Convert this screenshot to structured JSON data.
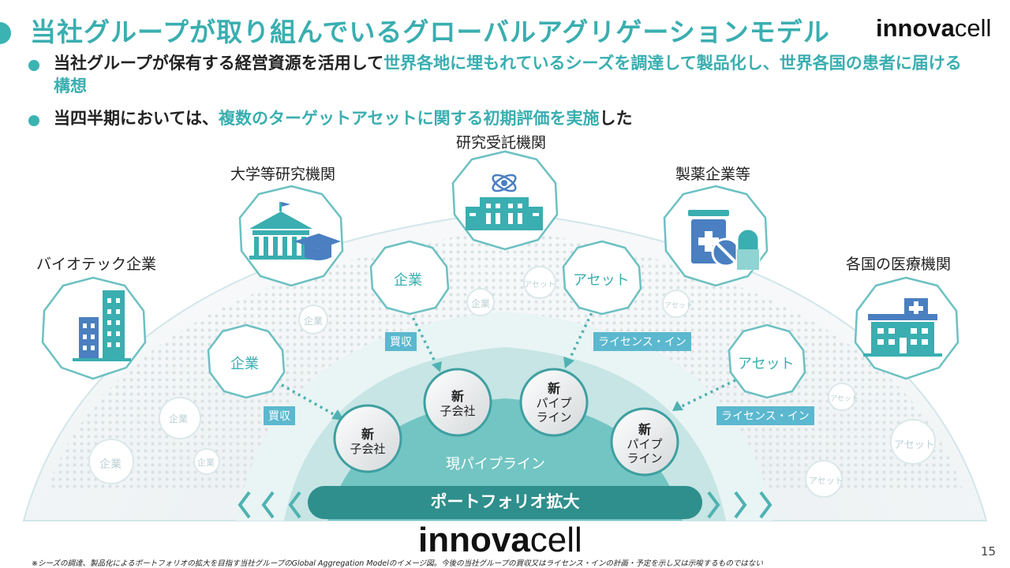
{
  "title": "当社グループが取り組んでいるグローバルアグリゲーションモデル",
  "logo": {
    "bold": "innova",
    "light": "cell"
  },
  "bullets": [
    {
      "plain": "当社グループが保有する経営資源を活用して",
      "highlight": "世界各地に埋もれているシーズを調達して製品化し、世界各国の患者に届ける構想",
      "tail": ""
    },
    {
      "plain": "当四半期においては、",
      "highlight": "複数のターゲットアセットに関する初期評価を実施",
      "tail": "した"
    }
  ],
  "sources": {
    "biotech": "バイオテック企業",
    "university": "大学等研究機関",
    "cro": "研究受託機関",
    "pharma": "製薬企業等",
    "hospital": "各国の医療機関"
  },
  "bubbles": {
    "company_left": "企業",
    "company_mid": "企業",
    "asset_mid": "アセット",
    "asset_right": "アセット"
  },
  "faint_labels": {
    "company": "企業",
    "asset": "アセット"
  },
  "tags": {
    "acquisition": "買収",
    "license_in": "ライセンス・イン"
  },
  "new_items": {
    "new": "新",
    "subsidiary": "子会社",
    "pipe_line1": "パイプ",
    "pipe_line2": "ライン"
  },
  "current_pipeline": "現パイプライン",
  "banner": "ポートフォリオ拡大",
  "footnote": "※シーズの調達、製品化によるポートフォリオの拡大を目指す当社グループのGlobal Aggregation Modelのイメージ図。今後の当社グループの買収又はライセンス・インの計画・予定を示し又は示唆するものではない",
  "page_number": "15",
  "colors": {
    "accent": "#3aaeb0",
    "icon_blue": "#4a7fc1",
    "tag": "#5bb8cf",
    "banner": "#2f8f8c"
  }
}
